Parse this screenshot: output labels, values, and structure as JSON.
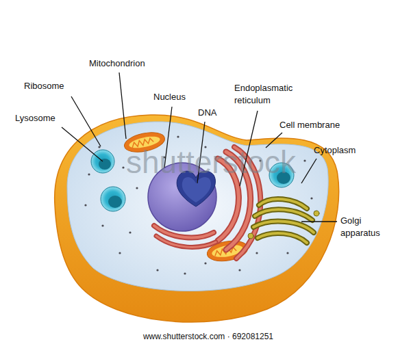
{
  "diagram": {
    "labels": [
      "Mitochondrion",
      "Ribosome",
      "Lysosome",
      "Nucleus",
      "DNA",
      "Endoplasmatic reticulum",
      "Cell membrane",
      "Cytoplasm",
      "Golgi apparatus",
      "shutterstock",
      "www.shutterstock.com · 692081251"
    ]
  }
}
